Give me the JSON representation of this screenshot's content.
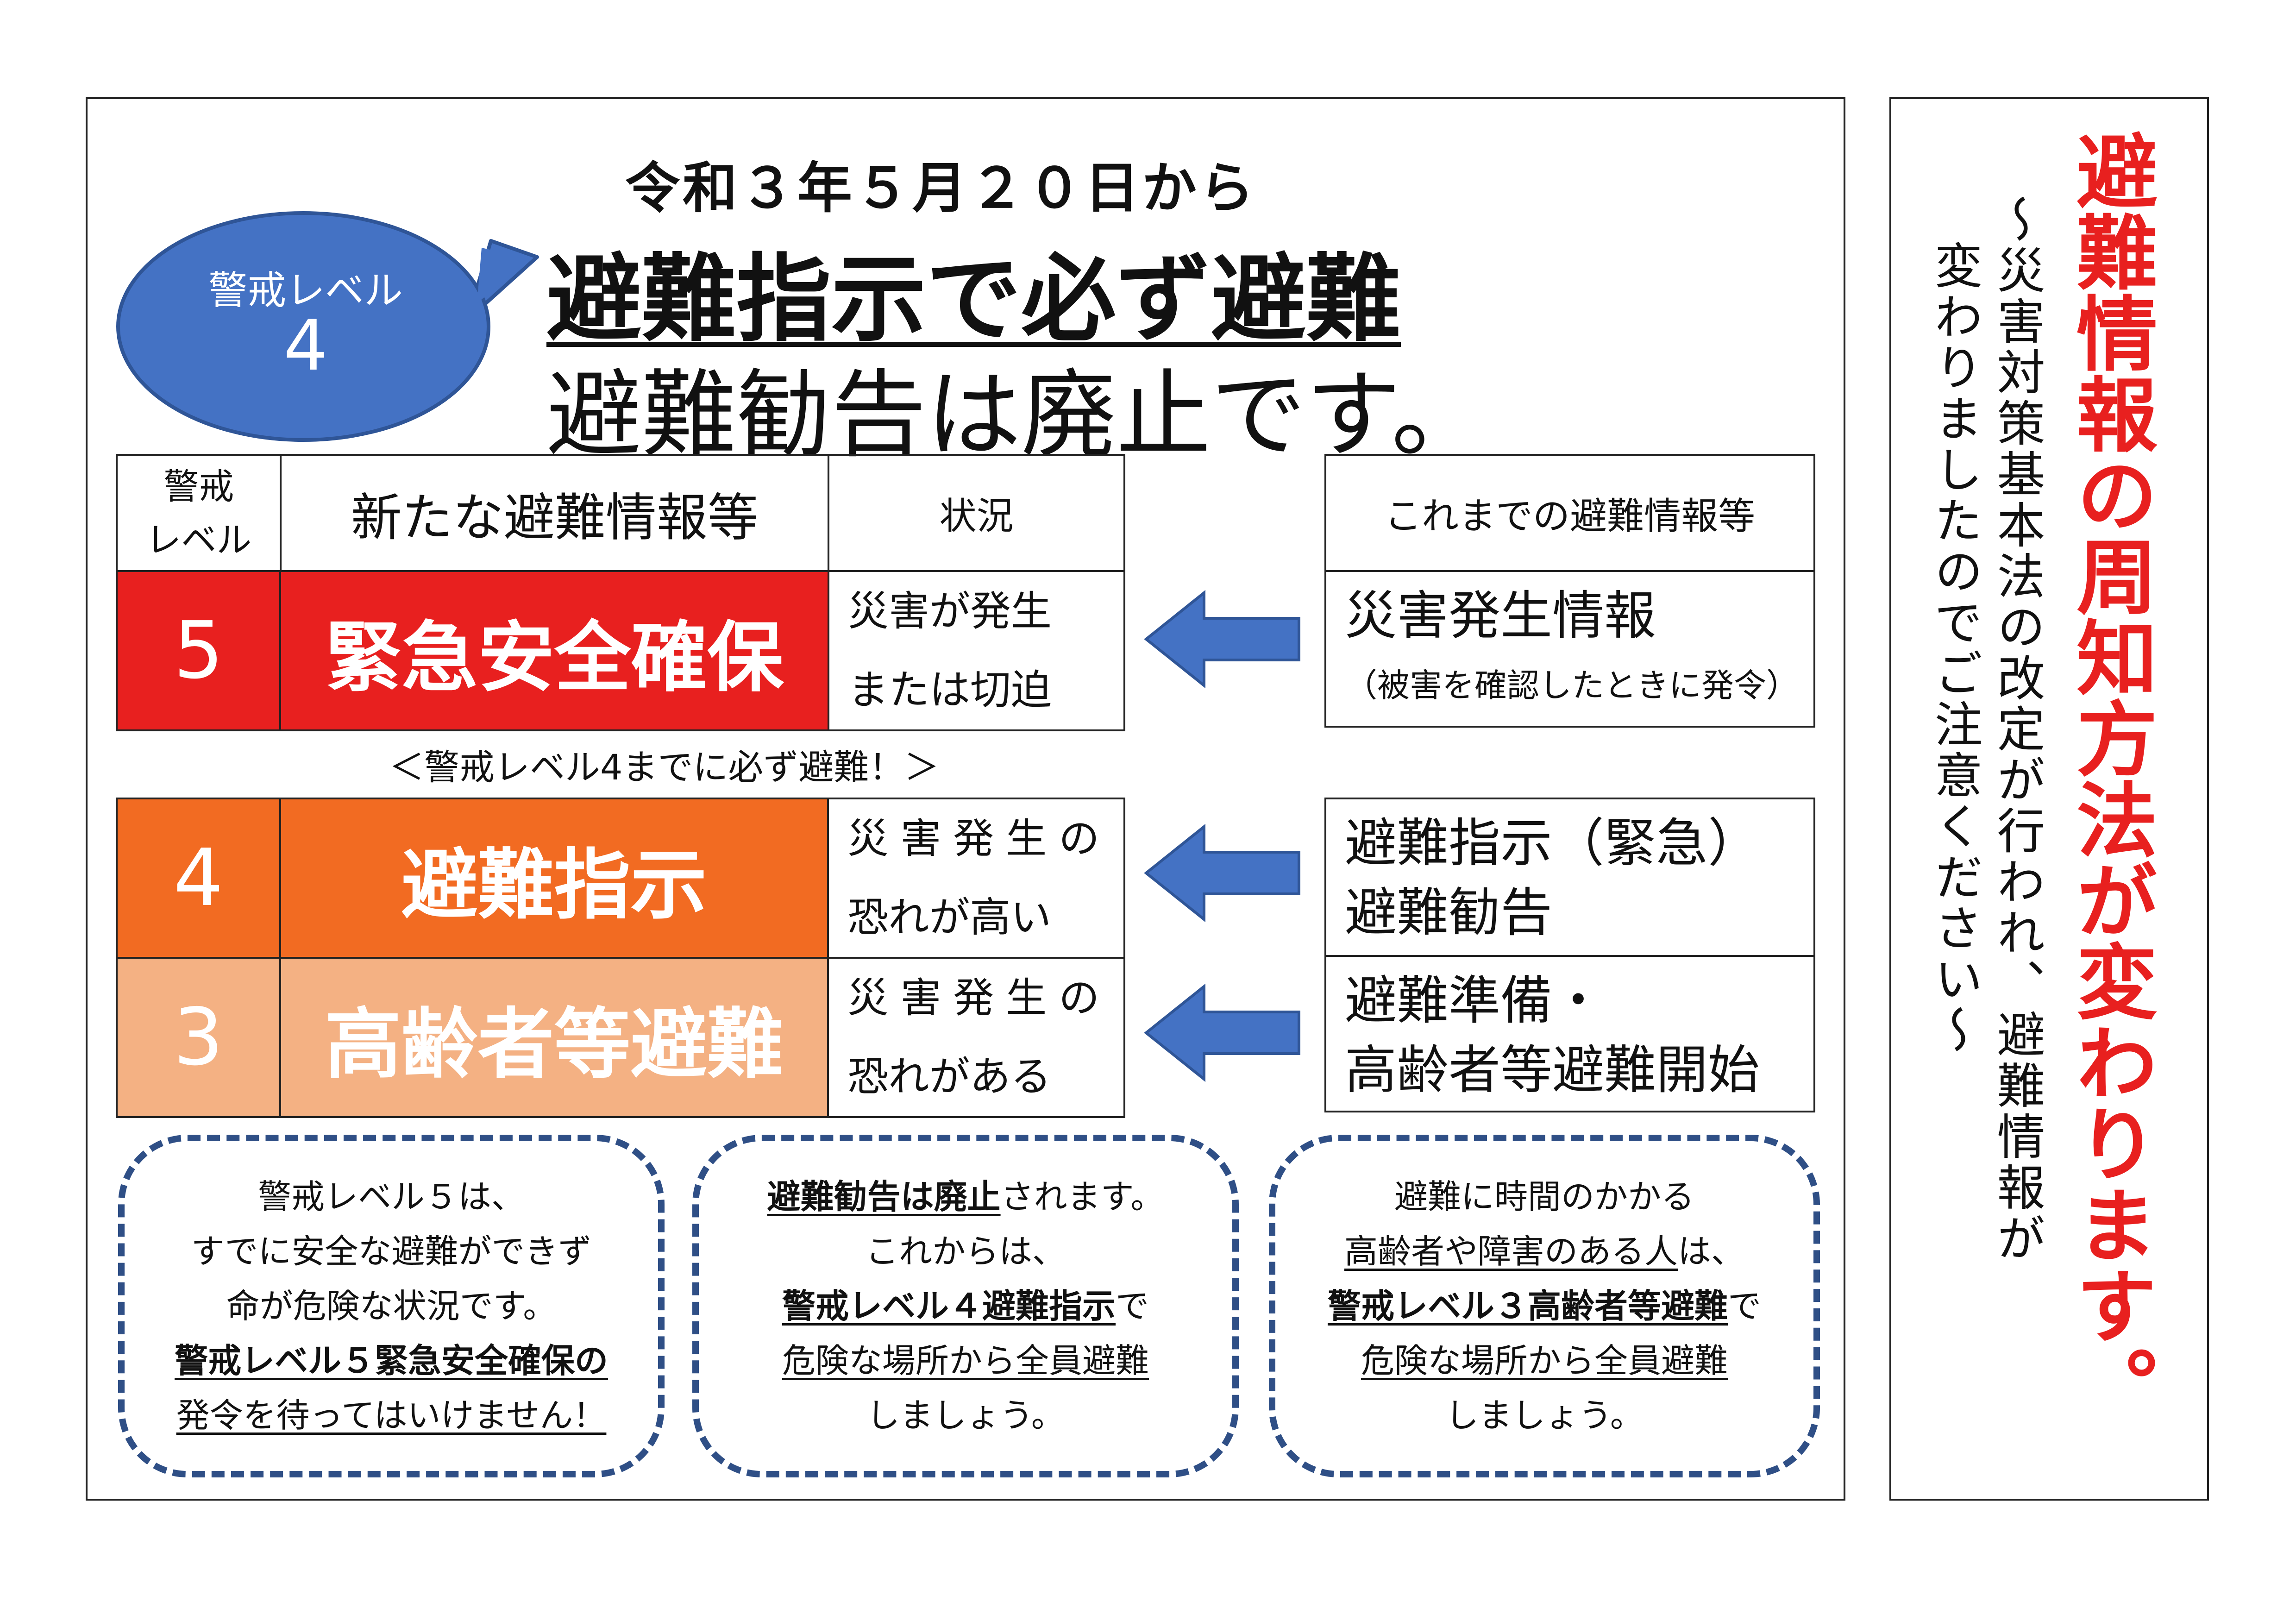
{
  "header": {
    "date": "令和３年５月２０日から",
    "main": "避難指示で必ず避難",
    "sub": "避難勧告は廃止です。"
  },
  "bubble": {
    "label": "警戒レベル",
    "number": "4",
    "color": "#4472c4"
  },
  "table": {
    "head_level_1": "警戒",
    "head_level_2": "レベル",
    "head_new": "新たな避難情報等",
    "head_situation": "状況",
    "head_old": "これまでの避難情報等",
    "rows": [
      {
        "level": "5",
        "name": "緊急安全確保",
        "sit1": "災害が発生",
        "sit2": "または切迫",
        "color": "#e8201f",
        "old1": "災害発生情報",
        "old2": "（被害を確認したときに発令）"
      },
      {
        "level": "4",
        "name": "避難指示",
        "sit1": "災害発生の",
        "sit2": "恐れが高い",
        "color": "#f26b22",
        "old1": "避難指示（緊急）",
        "old2": "避難勧告"
      },
      {
        "level": "3",
        "name": "高齢者等避難",
        "sit1": "災害発生の",
        "sit2": "恐れがある",
        "color": "#f4b183",
        "old1": "避難準備・",
        "old2": "高齢者等避難開始"
      }
    ],
    "note": "＜警戒レベル4までに必ず避難！＞"
  },
  "arrow_color": "#4472c4",
  "boxes": [
    {
      "l1": "警戒レベル５は、",
      "l2": "すでに安全な避難ができず",
      "l3": "命が危険な状況です。",
      "l4": "警戒レベル５緊急安全確保の",
      "l5": "発令を待ってはいけません！"
    },
    {
      "l1a": "避難勧告は廃止",
      "l1b": "されます。",
      "l2": "これからは、",
      "l3a": "警戒レベル４避難指示",
      "l3b": "で",
      "l4": "危険な場所から全員避難",
      "l5": "しましょう。"
    },
    {
      "l1": "避難に時間のかかる",
      "l2a": "高齢者や障害のある人",
      "l2b": "は、",
      "l3a": "警戒レベル３高齢者等避難",
      "l3b": "で",
      "l4": "危険な場所から全員避難",
      "l5": "しましょう。"
    }
  ],
  "side": {
    "title": "避難情報の周知方法が変わります。",
    "line1": "～災害対策基本法の改定が行われ、避難情報が",
    "line2": "変わりましたのでご注意ください～",
    "title_color": "#e8201f"
  }
}
